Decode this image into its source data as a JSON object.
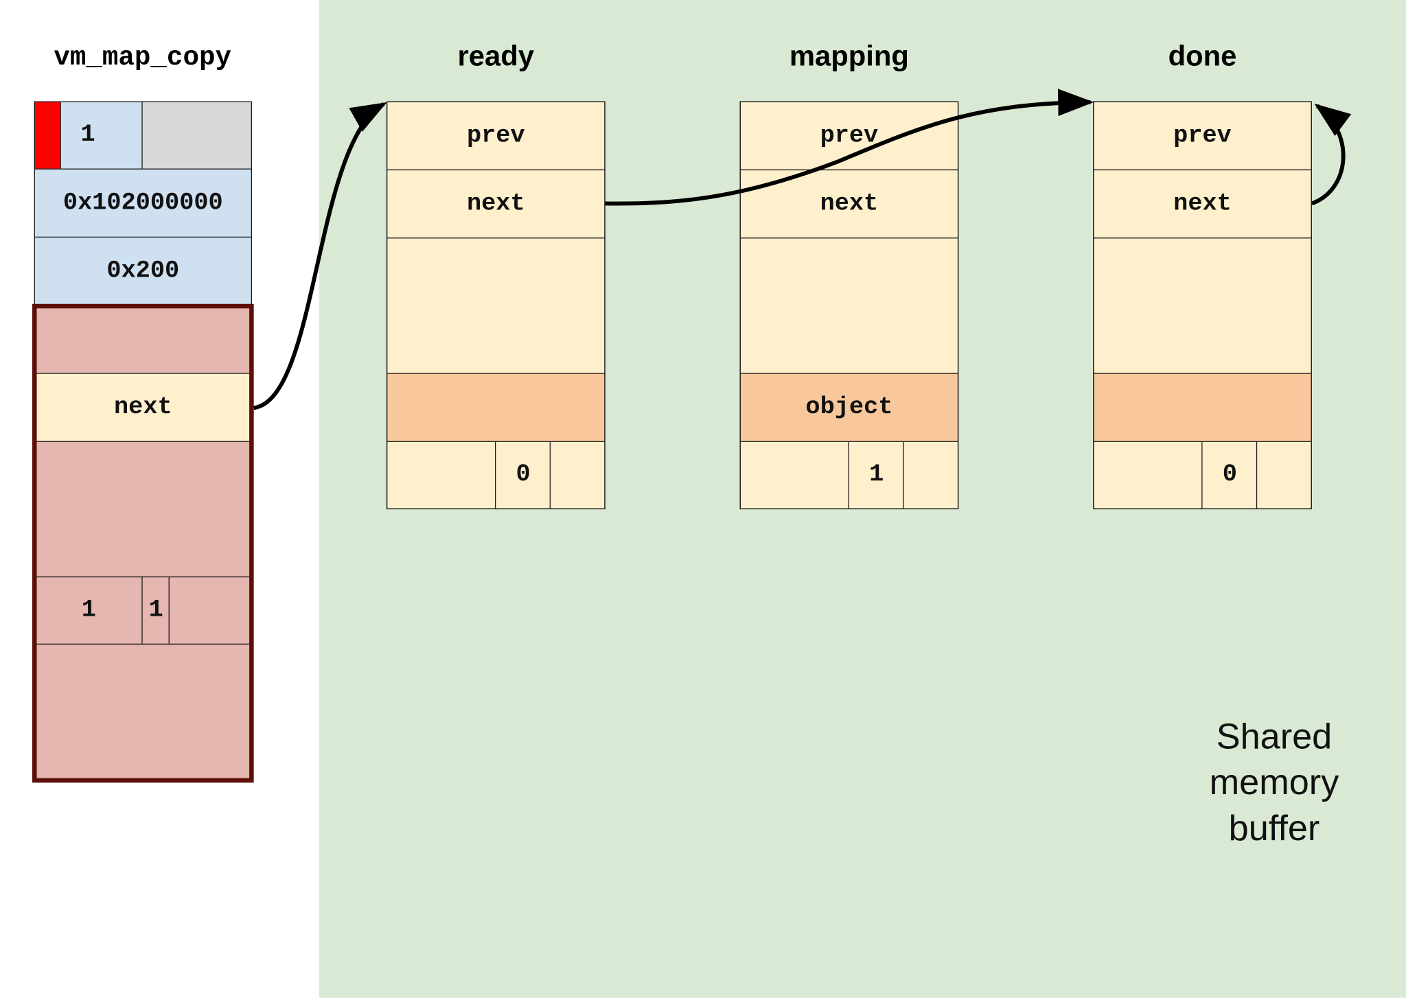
{
  "vm_map_copy": {
    "title": "vm_map_copy",
    "type_value": "1",
    "address": "0x102000000",
    "size": "0x200",
    "next_label": "next",
    "flag_a": "1",
    "flag_b": "1"
  },
  "nodes": [
    {
      "title": "ready",
      "prev": "prev",
      "next": "next",
      "object": "",
      "flag": "0"
    },
    {
      "title": "mapping",
      "prev": "prev",
      "next": "next",
      "object": "object",
      "flag": "1"
    },
    {
      "title": "done",
      "prev": "prev",
      "next": "next",
      "object": "",
      "flag": "0"
    }
  ],
  "region_label": [
    "Shared",
    "memory",
    "buffer"
  ],
  "colors": {
    "shared_buffer_bg": "#d9e9d3",
    "header_blue": "#cfe0f1",
    "header_grey": "#d8d8d8",
    "marker_red": "#ff0000",
    "node_cream": "#fff0cd",
    "object_peach": "#f8c89c",
    "copy_pink": "#e6b6b0",
    "copy_border": "#5c0f08"
  }
}
